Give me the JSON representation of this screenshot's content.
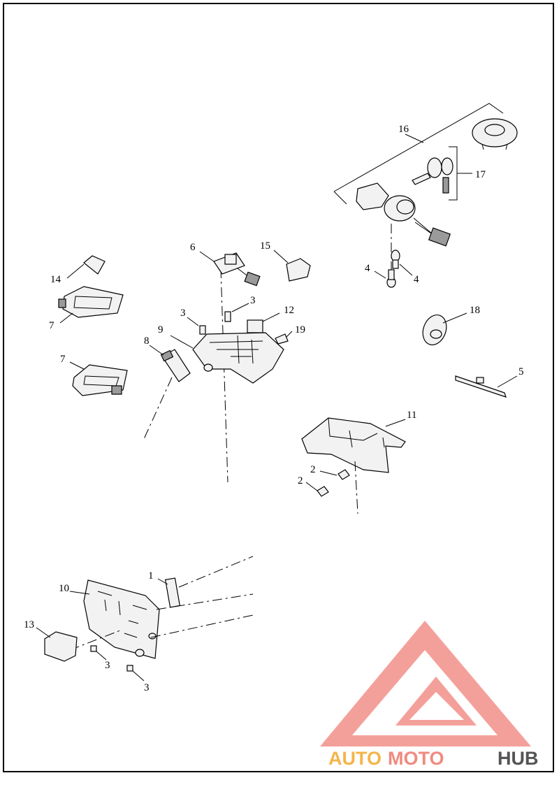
{
  "diagram": {
    "callouts": {
      "c1": "1",
      "c2a": "2",
      "c2b": "2",
      "c3a": "3",
      "c3b": "3",
      "c3c": "3",
      "c3d": "3",
      "c4a": "4",
      "c4b": "4",
      "c5": "5",
      "c6": "6",
      "c7a": "7",
      "c7b": "7",
      "c8": "8",
      "c9": "9",
      "c10": "10",
      "c11": "11",
      "c12": "12",
      "c13": "13",
      "c14": "14",
      "c15": "15",
      "c16": "16",
      "c17": "17",
      "c18": "18",
      "c19": "19"
    }
  },
  "watermark": {
    "word_part1": "AUTO",
    "word_part2": "MOTO",
    "word_part3": "HUB",
    "color_primary": "#f08a80",
    "color_secondary": "#f5b54a",
    "color_dark": "#555555"
  }
}
